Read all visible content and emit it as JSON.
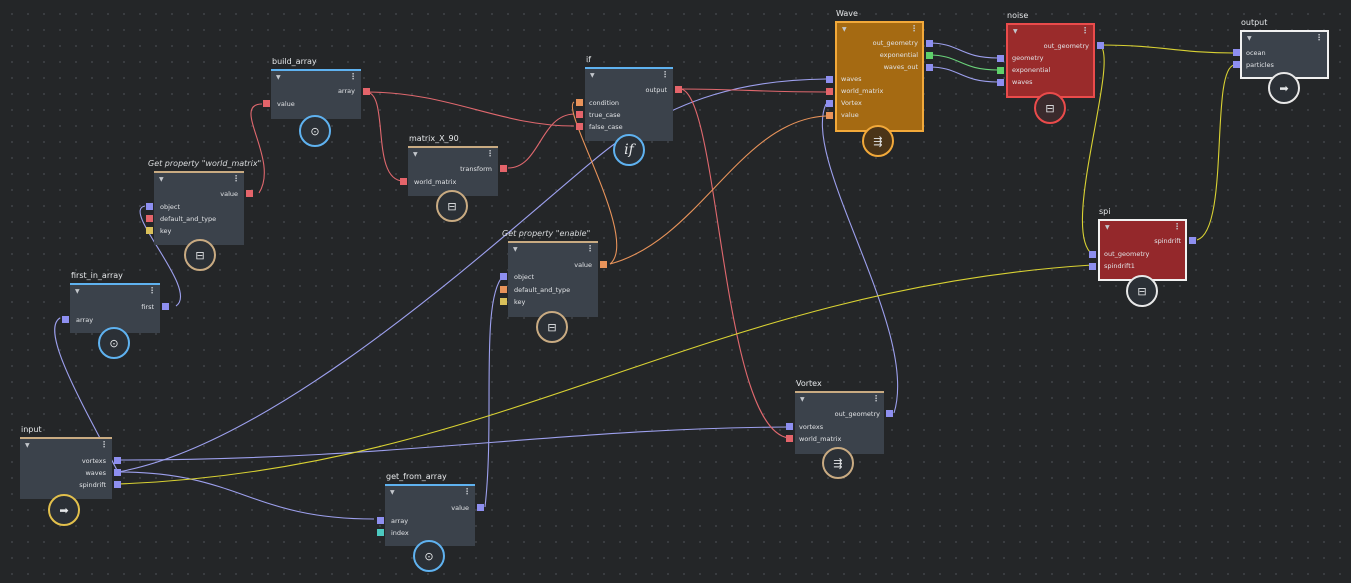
{
  "colors": {
    "background": "#242628",
    "node_body": "#3b424b",
    "accent_blue": "#5fb2f0",
    "accent_tan": "#c9ab82",
    "wave_orange": "#a56a12",
    "noise_red": "#9a2b2b",
    "port_blue": "#8e8ff0",
    "port_red": "#e4646a",
    "port_orange": "#e8935a",
    "port_yellow": "#d9c05a",
    "port_teal": "#4cc9c0",
    "port_green": "#5fd06a",
    "wire_yellow": "#d9d233"
  },
  "nodes": {
    "build_array": {
      "title": "build_array",
      "in_value": "value",
      "out_array": "array",
      "icon": "get-icon"
    },
    "get_world": {
      "title": "Get property \"world_matrix\"",
      "out_value": "value",
      "in_object": "object",
      "in_default": "default_and_type",
      "in_key": "key",
      "icon": "property-icon"
    },
    "first_in_array": {
      "title": "first_in_array",
      "out_first": "first",
      "in_array": "array",
      "icon": "get-icon"
    },
    "input": {
      "title": "input",
      "out_vortexs": "vortexs",
      "out_waves": "waves",
      "out_spindrift": "spindrift",
      "icon": "arrow-right-icon"
    },
    "matrix": {
      "title": "matrix_X_90",
      "out_transform": "transform",
      "in_world": "world_matrix",
      "icon": "module-icon"
    },
    "if": {
      "title": "if",
      "out_output": "output",
      "in_condition": "condition",
      "in_true": "true_case",
      "in_false": "false_case",
      "icon_text": "if"
    },
    "get_enable": {
      "title": "Get property \"enable\"",
      "out_value": "value",
      "in_object": "object",
      "in_default": "default_and_type",
      "in_key": "key",
      "icon": "property-icon"
    },
    "get_from_array": {
      "title": "get_from_array",
      "out_value": "value",
      "in_array": "array",
      "in_index": "index",
      "icon": "get-icon"
    },
    "wave": {
      "title": "Wave",
      "out_geometry": "out_geometry",
      "out_exponential": "exponential",
      "out_waves": "waves_out",
      "in_waves": "waves",
      "in_world": "world_matrix",
      "in_vortex": "Vortex",
      "in_value": "value",
      "icon": "flow-icon"
    },
    "vortex": {
      "title": "Vortex",
      "out_geometry": "out_geometry",
      "in_vortexs": "vortexs",
      "in_world": "world_matrix",
      "icon": "flow-icon"
    },
    "noise": {
      "title": "noise",
      "out_geometry": "out_geometry",
      "in_geometry": "geometry",
      "in_exponential": "exponential",
      "in_waves": "waves",
      "icon": "module-icon"
    },
    "spi": {
      "title": "spi",
      "out_spindrift": "spindrift",
      "in_geometry": "out_geometry",
      "in_spindrift": "spindrift1",
      "icon": "module-icon"
    },
    "output": {
      "title": "output",
      "in_ocean": "ocean",
      "in_particles": "particles",
      "icon": "arrow-right-icon"
    }
  }
}
